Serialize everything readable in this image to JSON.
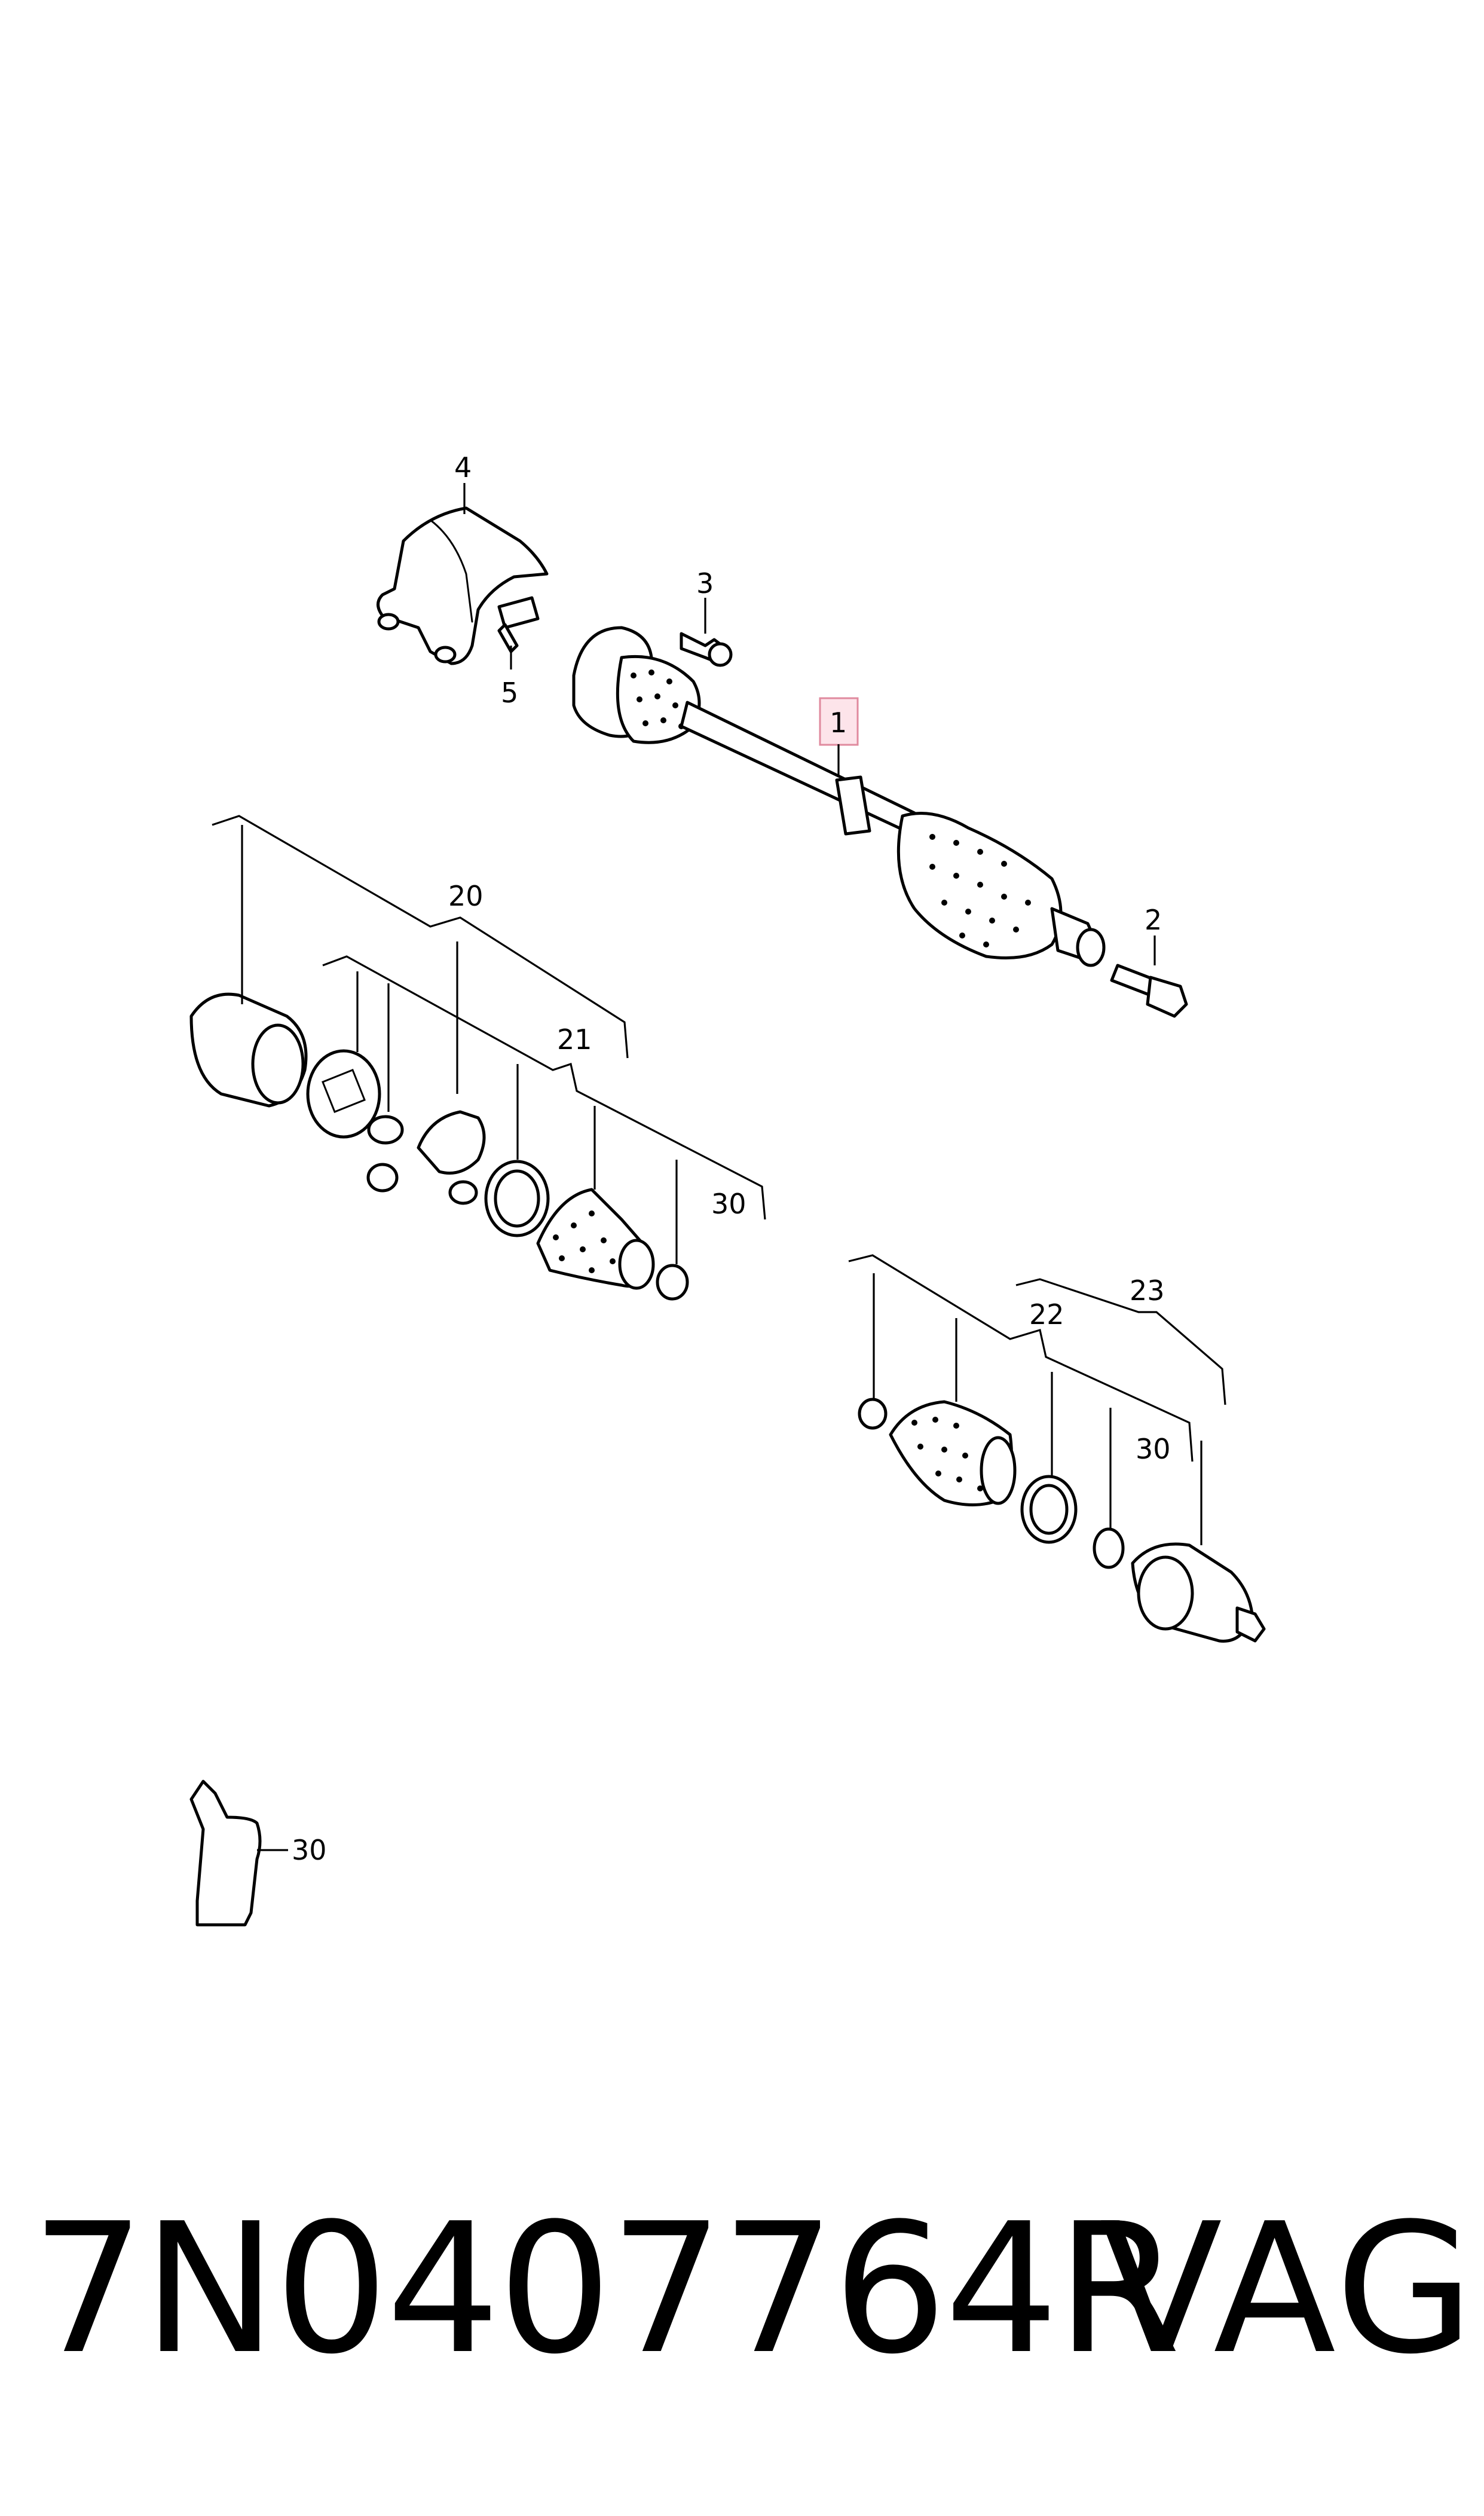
{
  "callouts": {
    "c1": "1",
    "c2": "2",
    "c3": "3",
    "c4": "4",
    "c5": "5",
    "c20": "20",
    "c21": "21",
    "c30a": "30",
    "c22": "22",
    "c23": "23",
    "c30b": "30",
    "c30c": "30"
  },
  "footer": {
    "part_number": "7N0407764R",
    "brand": "VAG"
  },
  "colors": {
    "highlight_fill": "#fde4ea",
    "highlight_stroke": "#e08a9e",
    "line": "#000000"
  }
}
